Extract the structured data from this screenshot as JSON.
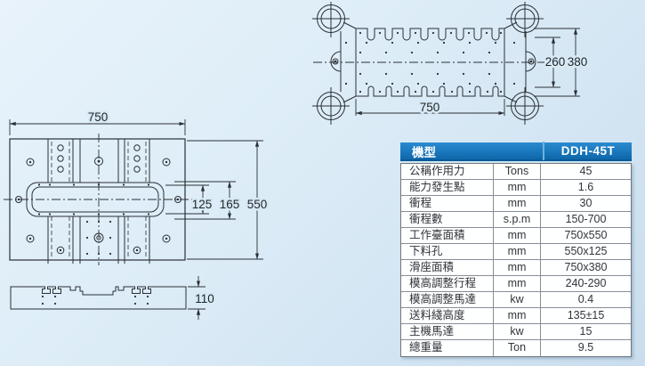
{
  "colors": {
    "background_top": "#e8f3fb",
    "background_bottom": "#c9ddee",
    "drawing_line": "#2b3036",
    "table_header_blue": "#1278be",
    "table_border_gray": "#868e96"
  },
  "drawings": {
    "slide_top_view": {
      "dims": {
        "width": "750",
        "depth_inner": "260",
        "depth_outer": "380"
      }
    },
    "bolster_plan_view": {
      "dims": {
        "width": "750",
        "slot_height": "125",
        "mid_height": "165",
        "height": "550"
      }
    },
    "bolster_section_view": {
      "dims": {
        "thickness": "110"
      }
    }
  },
  "table": {
    "header": {
      "model_label": "機型",
      "model_value": "DDH-45T"
    },
    "rows": [
      {
        "name": "公稱作用力",
        "unit": "Tons",
        "value": "45"
      },
      {
        "name": "能力發生點",
        "unit": "mm",
        "value": "1.6"
      },
      {
        "name": "衝程",
        "unit": "mm",
        "value": "30"
      },
      {
        "name": "衝程數",
        "unit": "s.p.m",
        "value": "150-700"
      },
      {
        "name": "工作臺面積",
        "unit": "mm",
        "value": "750x550"
      },
      {
        "name": "下料孔",
        "unit": "mm",
        "value": "550x125"
      },
      {
        "name": "滑座面積",
        "unit": "mm",
        "value": "750x380"
      },
      {
        "name": "模高調整行程",
        "unit": "mm",
        "value": "240-290"
      },
      {
        "name": "模高調整馬達",
        "unit": "kw",
        "value": "0.4"
      },
      {
        "name": "送料綫高度",
        "unit": "mm",
        "value": "135±15"
      },
      {
        "name": "主機馬達",
        "unit": "kw",
        "value": "15"
      },
      {
        "name": "總重量",
        "unit": "Ton",
        "value": "9.5"
      }
    ]
  }
}
